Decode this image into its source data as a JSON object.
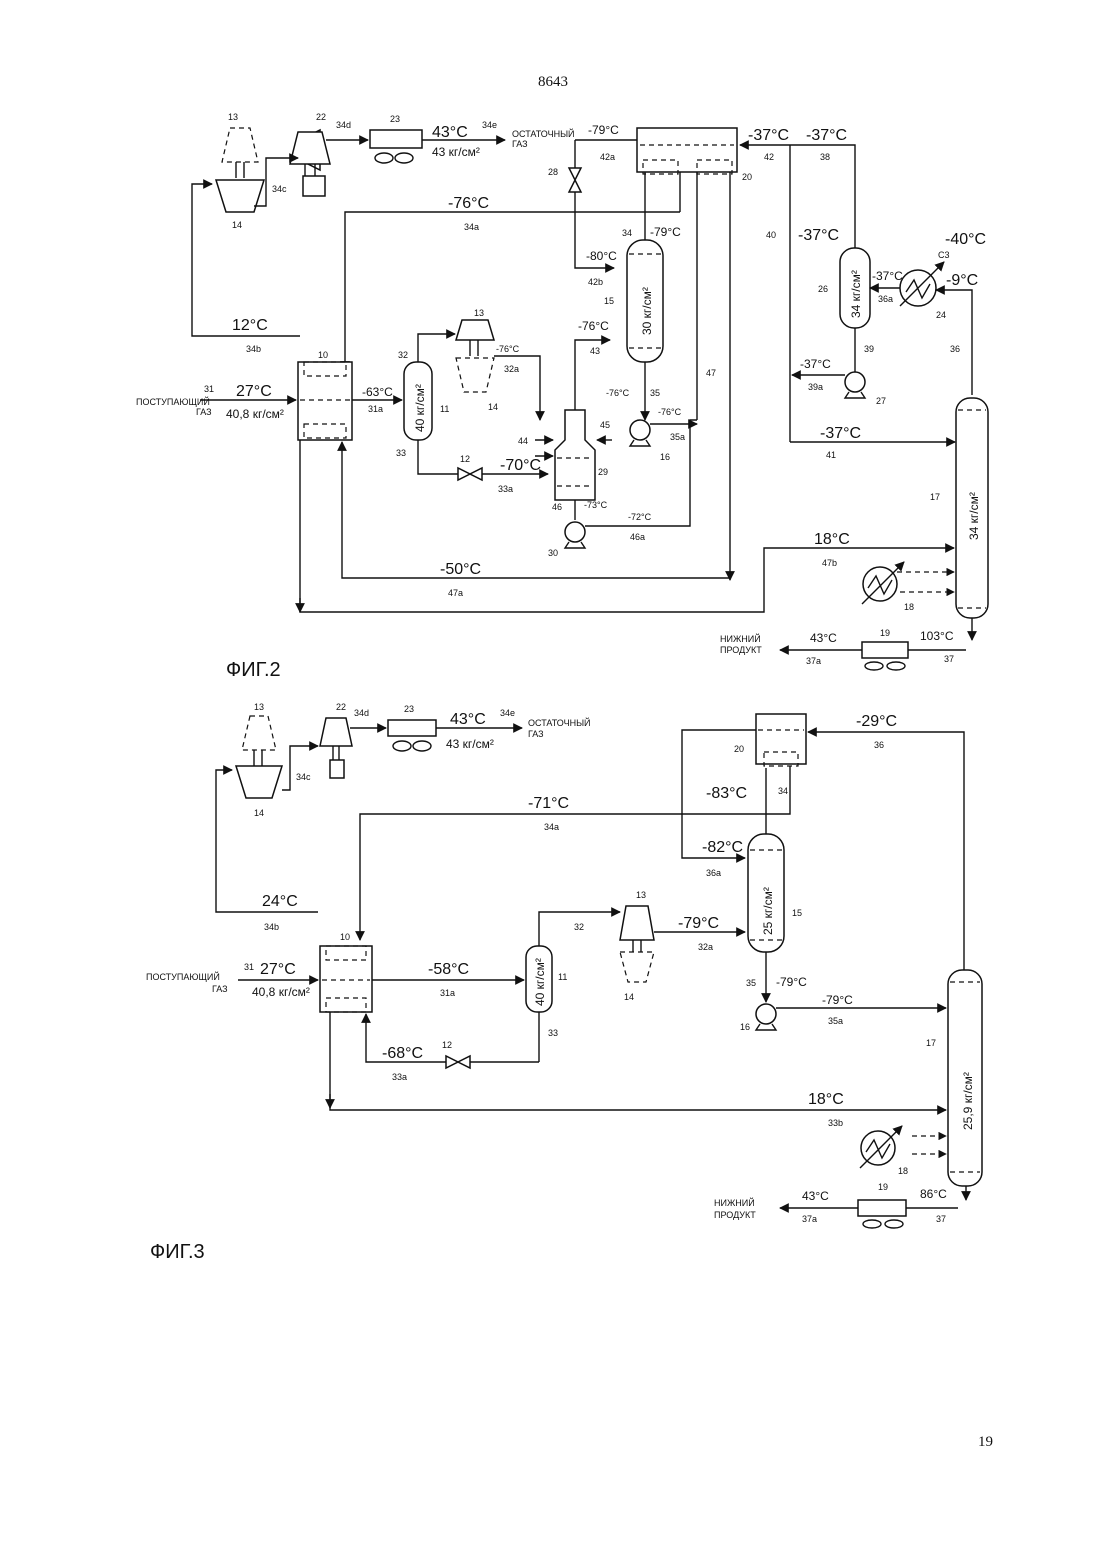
{
  "page_number_top": "8643",
  "page_number_bottom": "19",
  "fig2": {
    "caption": "ФИГ.2",
    "feed_label": [
      "ПОСТУПАЮЩИЙ",
      "ГАЗ"
    ],
    "feed_temp": "27°C",
    "feed_pressure": "40,8 кг/см²",
    "residue_label": [
      "ОСТАТОЧНЫЙ",
      "ГАЗ"
    ],
    "residue_temp": "43°C",
    "residue_pressure": "43 кг/см²",
    "bottom_label": [
      "НИЖНИЙ",
      "ПРОДУКТ"
    ],
    "bottom_temp": "43°C",
    "bottom_feed_temp": "103°C",
    "temps": {
      "t34b": "12°C",
      "t34a": "-76°C",
      "t42a": "-79°C",
      "t42": "-37°C",
      "t38": "-37°C",
      "t40": "-37°C",
      "t34": "-79°C",
      "t42b": "-80°C",
      "t43": "-76°C",
      "t32a": "-76°C",
      "t31a": "-63°C",
      "t33a": "-70°C",
      "t35": "-76°C",
      "t35a": "-76°C",
      "t46": "-73°C",
      "t46a": "-72°C",
      "t47a": "-50°C",
      "t47b": "18°C",
      "t41": "-37°C",
      "t36a": "-37°C",
      "t39a": "-37°C",
      "tC3": "-40°C",
      "t36": "-9°C"
    },
    "pressures": {
      "p11": "40 кг/см²",
      "p15": "30 кг/см²",
      "p26": "34 кг/см²",
      "p17": "34 кг/см²"
    },
    "refrigerant": "C3",
    "numbers": {
      "n13": "13",
      "n14": "14",
      "n22": "22",
      "n23": "23",
      "n34d": "34d",
      "n34e": "34e",
      "n34c": "34c",
      "n28": "28",
      "n42a": "42a",
      "n42": "42",
      "n38": "38",
      "n20": "20",
      "n34a": "34a",
      "n34": "34",
      "n42b": "42b",
      "n15": "15",
      "n40": "40",
      "n26": "26",
      "n36a": "36a",
      "n24": "24",
      "n34b": "34b",
      "n10": "10",
      "n32": "32",
      "n13b": "13",
      "n32a": "32a",
      "n43": "43",
      "n47": "47",
      "n39": "39",
      "n36": "36",
      "n31": "31",
      "n31a": "31a",
      "n11": "11",
      "n14b": "14",
      "n35": "35",
      "n39a": "39a",
      "n27": "27",
      "n44": "44",
      "n45": "45",
      "n16": "16",
      "n35a": "35a",
      "n33": "33",
      "n12": "12",
      "n29": "29",
      "n33a": "33a",
      "n41": "41",
      "n46": "46",
      "n17": "17",
      "n30": "30",
      "n46a": "46a",
      "n47b": "47b",
      "n47a": "47a",
      "n18": "18",
      "n19": "19",
      "n37a": "37a",
      "n37": "37"
    }
  },
  "fig3": {
    "caption": "ФИГ.3",
    "feed_label": [
      "ПОСТУПАЮЩИЙ",
      "ГАЗ"
    ],
    "feed_temp": "27°C",
    "feed_pressure": "40,8 кг/см²",
    "residue_label": [
      "ОСТАТОЧНЫЙ",
      "ГАЗ"
    ],
    "residue_temp": "43°C",
    "residue_pressure": "43 кг/см²",
    "bottom_label": [
      "НИЖНИЙ",
      "ПРОДУКТ"
    ],
    "bottom_temp": "43°C",
    "bottom_feed_temp": "86°C",
    "temps": {
      "t36": "-29°C",
      "t34": "-83°C",
      "t34a": "-71°C",
      "t36a": "-82°C",
      "t34b": "24°C",
      "t32a": "-79°C",
      "t31a": "-58°C",
      "t35": "-79°C",
      "t35a": "-79°C",
      "t33a": "-68°C",
      "t33b": "18°C"
    },
    "pressures": {
      "p11": "40 кг/см²",
      "p15": "25 кг/см²",
      "p17": "25,9 кг/см²"
    },
    "numbers": {
      "n13": "13",
      "n14": "14",
      "n22": "22",
      "n23": "23",
      "n34d": "34d",
      "n34e": "34e",
      "n34c": "34c",
      "n20": "20",
      "n36": "36",
      "n34": "34",
      "n34a": "34a",
      "n36a": "36a",
      "n15": "15",
      "n34b": "34b",
      "n10": "10",
      "n13b": "13",
      "n32": "32",
      "n32a": "32a",
      "n14b": "14",
      "n31": "31",
      "n31a": "31a",
      "n11": "11",
      "n33": "33",
      "n35": "35",
      "n35a": "35a",
      "n17": "17",
      "n16": "16",
      "n12": "12",
      "n33a": "33a",
      "n33b": "33b",
      "n18": "18",
      "n19": "19",
      "n37a": "37a",
      "n37": "37"
    }
  }
}
